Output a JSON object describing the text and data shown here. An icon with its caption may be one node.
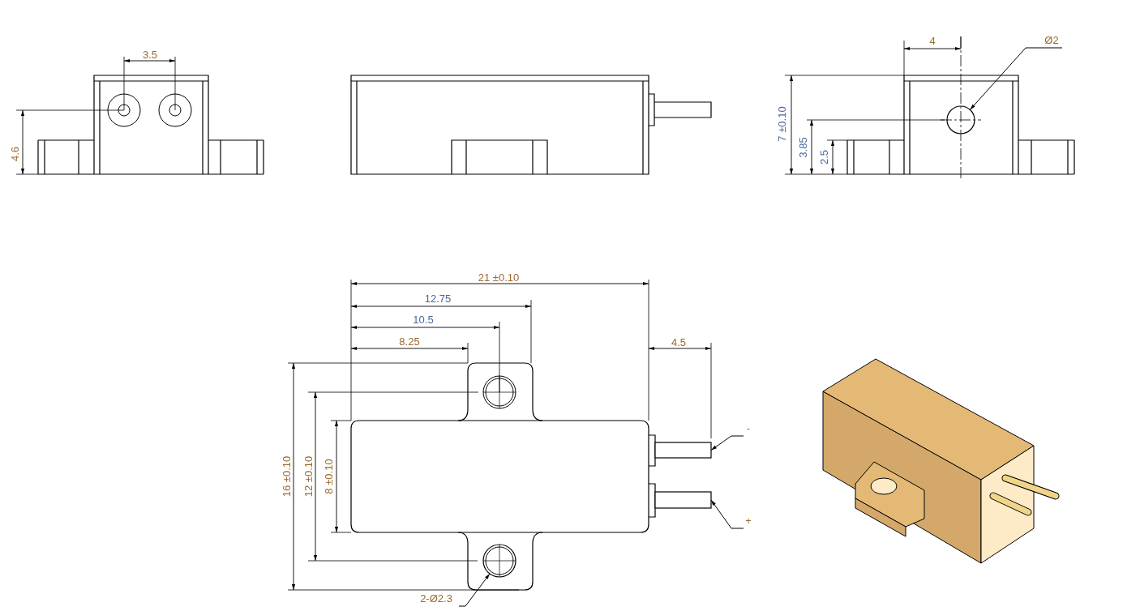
{
  "diagram": {
    "nodes": [
      {
        "text": [
          "-"
        ]
      },
      {
        "text": [],
        "shape": "box"
      },
      {
        "text": [
          "+"
        ]
      },
      {
        "text": [],
        "shape": "box"
      },
      {
        "text": [
          "Ø2"
        ]
      },
      {
        "text": [],
        "shape": "circle"
      },
      {
        "text": [
          "2-Ø2.3"
        ]
      },
      {
        "text": [],
        "shape": "circle"
      }
    ],
    "edges": [
      {
        "from": 0,
        "to": 1,
        "arrow": "to"
      },
      {
        "from": 2,
        "to": 3,
        "arrow": "to"
      },
      {
        "from": 4,
        "to": 5,
        "arrow": "to"
      },
      {
        "from": 6,
        "to": 7,
        "arrow": "to"
      }
    ],
    "labels": [
      "3.5",
      "4.6",
      "4",
      "7 ±0.10",
      "3.85",
      "2.5",
      "21 ±0.10",
      "12.75",
      "10.5",
      "8.25",
      "4.5",
      "16 ±0.10",
      "12 ±0.10",
      "8 ±0.10"
    ]
  }
}
